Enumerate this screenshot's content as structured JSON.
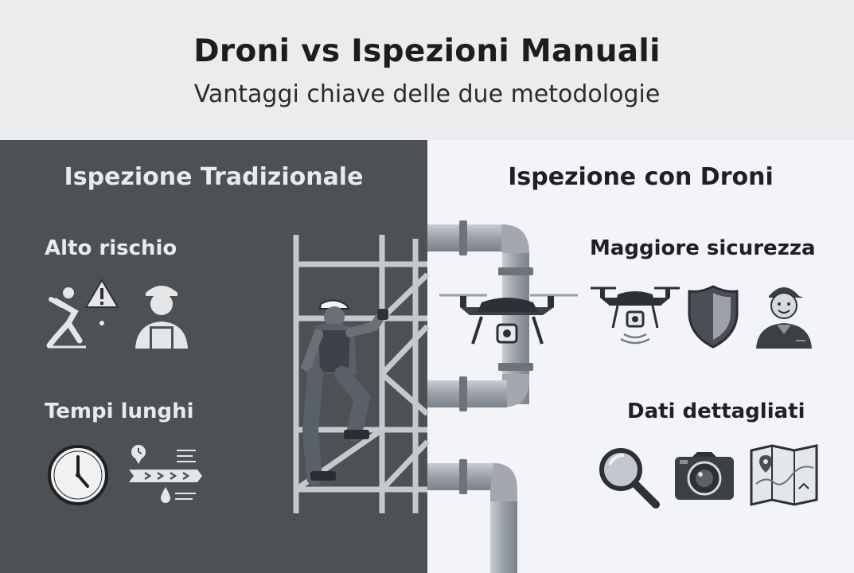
{
  "header": {
    "title": "Droni vs Ispezioni Manuali",
    "subtitle": "Vantaggi chiave delle due metodologie"
  },
  "left_panel": {
    "heading": "Ispezione Tradizionale",
    "points": [
      {
        "label": "Alto rischio",
        "icons": [
          "falling-worker-warning-icon",
          "worker-hardhat-icon"
        ]
      },
      {
        "label": "Tempi lunghi",
        "icons": [
          "clock-icon",
          "timeline-icon"
        ]
      }
    ]
  },
  "right_panel": {
    "heading": "Ispezione con Droni",
    "points": [
      {
        "label": "Maggiore sicurezza",
        "icons": [
          "drone-icon",
          "shield-icon",
          "smiling-operator-icon"
        ]
      },
      {
        "label": "Dati dettagliati",
        "icons": [
          "magnifier-icon",
          "camera-icon",
          "map-icon"
        ]
      }
    ]
  },
  "colors": {
    "left_background": "#4d5154",
    "right_background": "#f2f4f7",
    "header_background": "#ebecee"
  }
}
